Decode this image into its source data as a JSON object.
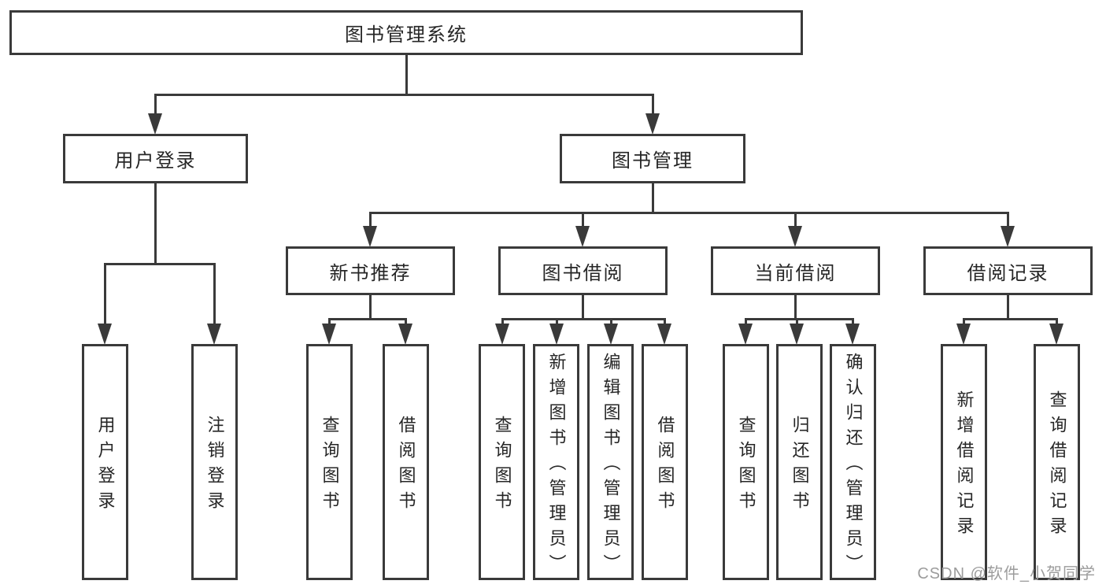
{
  "diagram": {
    "root": {
      "label": "图书管理系统"
    },
    "level2": [
      {
        "label": "用户登录"
      },
      {
        "label": "图书管理"
      }
    ],
    "level3": [
      {
        "label": "新书推荐",
        "parent": "图书管理"
      },
      {
        "label": "图书借阅",
        "parent": "图书管理"
      },
      {
        "label": "当前借阅",
        "parent": "图书管理"
      },
      {
        "label": "借阅记录",
        "parent": "图书管理"
      }
    ],
    "leaves": [
      {
        "label": "用户登录",
        "parent": "用户登录"
      },
      {
        "label": "注销登录",
        "parent": "用户登录"
      },
      {
        "label": "查询图书",
        "parent": "新书推荐"
      },
      {
        "label": "借阅图书",
        "parent": "新书推荐"
      },
      {
        "label": "查询图书",
        "parent": "图书借阅"
      },
      {
        "label": "新增图书（管理员）",
        "parent": "图书借阅"
      },
      {
        "label": "编辑图书（管理员）",
        "parent": "图书借阅"
      },
      {
        "label": "借阅图书",
        "parent": "图书借阅"
      },
      {
        "label": "查询图书",
        "parent": "当前借阅"
      },
      {
        "label": "归还图书",
        "parent": "当前借阅"
      },
      {
        "label": "确认归还（管理员）",
        "parent": "当前借阅"
      },
      {
        "label": "新增借阅记录",
        "parent": "借阅记录"
      },
      {
        "label": "查询借阅记录",
        "parent": "借阅记录"
      }
    ]
  },
  "watermark": {
    "text": "CSDN @软件_小贺同学"
  },
  "colors": {
    "line": "#3a3a3a",
    "border": "#3a3a3a",
    "text": "#262626",
    "watermark": "#9c9c9c",
    "background": "#ffffff"
  }
}
